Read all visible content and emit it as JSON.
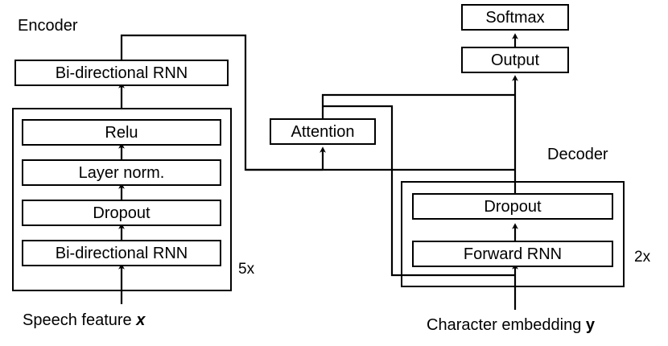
{
  "diagram": {
    "title_encoder": "Encoder",
    "title_decoder": "Decoder",
    "boxes": {
      "enc_top_birnn": "Bi-directional RNN",
      "enc_relu": "Relu",
      "enc_layernorm": "Layer norm.",
      "enc_dropout": "Dropout",
      "enc_birnn": "Bi-directional RNN",
      "attention": "Attention",
      "softmax": "Softmax",
      "output": "Output",
      "dec_dropout": "Dropout",
      "dec_forward_rnn": "Forward RNN"
    },
    "repeats": {
      "encoder": "5x",
      "decoder": "2x"
    },
    "inputs": {
      "speech_text": "Speech feature ",
      "speech_symbol": "x",
      "character_text": "Character embedding ",
      "character_symbol": "y"
    },
    "colors": {
      "stroke": "#000000",
      "background": "#ffffff",
      "text": "#000000"
    }
  }
}
